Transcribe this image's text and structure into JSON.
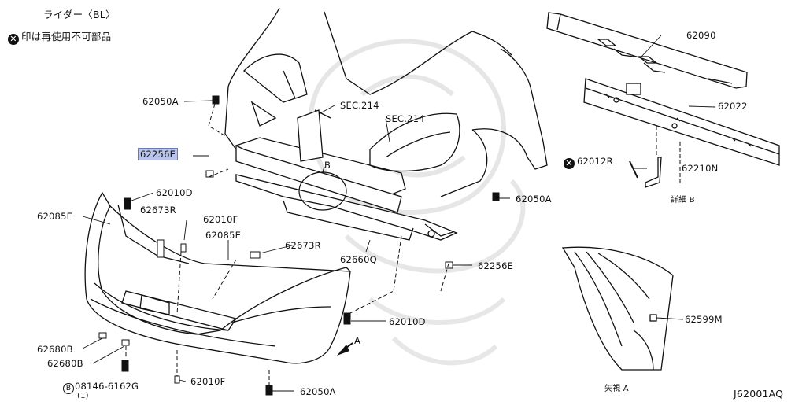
{
  "header": {
    "model": "ライダー〈BL〉",
    "legend_symbol": "✕",
    "legend_text": "印は再使用不可部品"
  },
  "callouts": {
    "p62090": "62090",
    "p62022": "62022",
    "p62050A_top": "62050A",
    "sec214_a": "SEC.214",
    "sec214_b": "SEC.214",
    "p62256E_hl": "62256E",
    "p62012R_symbol": "✕",
    "p62012R": "62012R",
    "p62210N": "62210N",
    "detail_b": "詳細 B",
    "p62010D_top": "62010D",
    "p62050A_right": "62050A",
    "p62085E_left": "62085E",
    "p62673R_left": "62673R",
    "p62010F_top": "62010F",
    "p62085E_mid": "62085E",
    "p62673R_mid": "62673R",
    "p62660Q": "62660Q",
    "p62256E_right": "62256E",
    "p62010D_bot": "62010D",
    "arrow_a": "A",
    "p62599M": "62599M",
    "p62680B_1": "62680B",
    "p62680B_2": "62680B",
    "bolt_symbol": "B",
    "bolt_code": "08146-6162G",
    "bolt_qty": "(1)",
    "p62010F_bot": "62010F",
    "p62050A_bot": "62050A",
    "view_a": "矢視 A",
    "b_circle_label": "B",
    "diagram_id": "J62001AQ"
  },
  "colors": {
    "line": "#111111",
    "highlight": "#b9c3ec",
    "watermark": "#e6e6e6"
  }
}
